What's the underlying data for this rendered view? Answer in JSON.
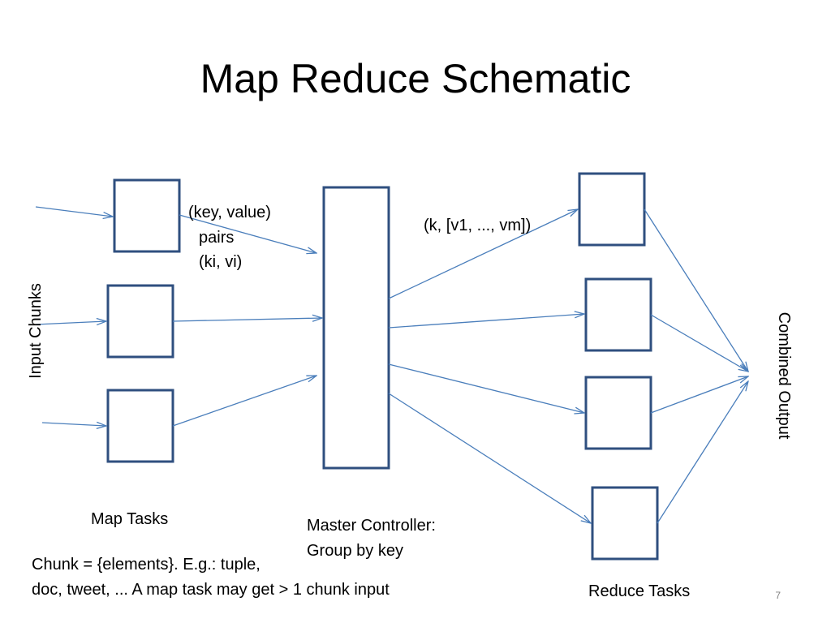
{
  "slide": {
    "title": "Map Reduce Schematic",
    "page_number": "7"
  },
  "labels": {
    "input_chunks": "Input Chunks",
    "key_value_line1": "(key, value)",
    "key_value_line2": "pairs",
    "key_value_line3": "(ki, vi)",
    "grouped_pairs": "(k, [v1, ..., vm])",
    "combined_output": "Combined Output",
    "map_tasks": "Map Tasks",
    "master_line1": "Master Controller:",
    "master_line2": "Group by key",
    "chunk_note_line1": "Chunk = {elements}. E.g.: tuple,",
    "chunk_note_line2": "doc, tweet, ... A map task may get > 1 chunk input",
    "reduce_tasks": "Reduce Tasks"
  },
  "colors": {
    "box_border": "#2f4f7f",
    "arrow": "#4a7ebb",
    "page_number": "#7f7f7f"
  }
}
